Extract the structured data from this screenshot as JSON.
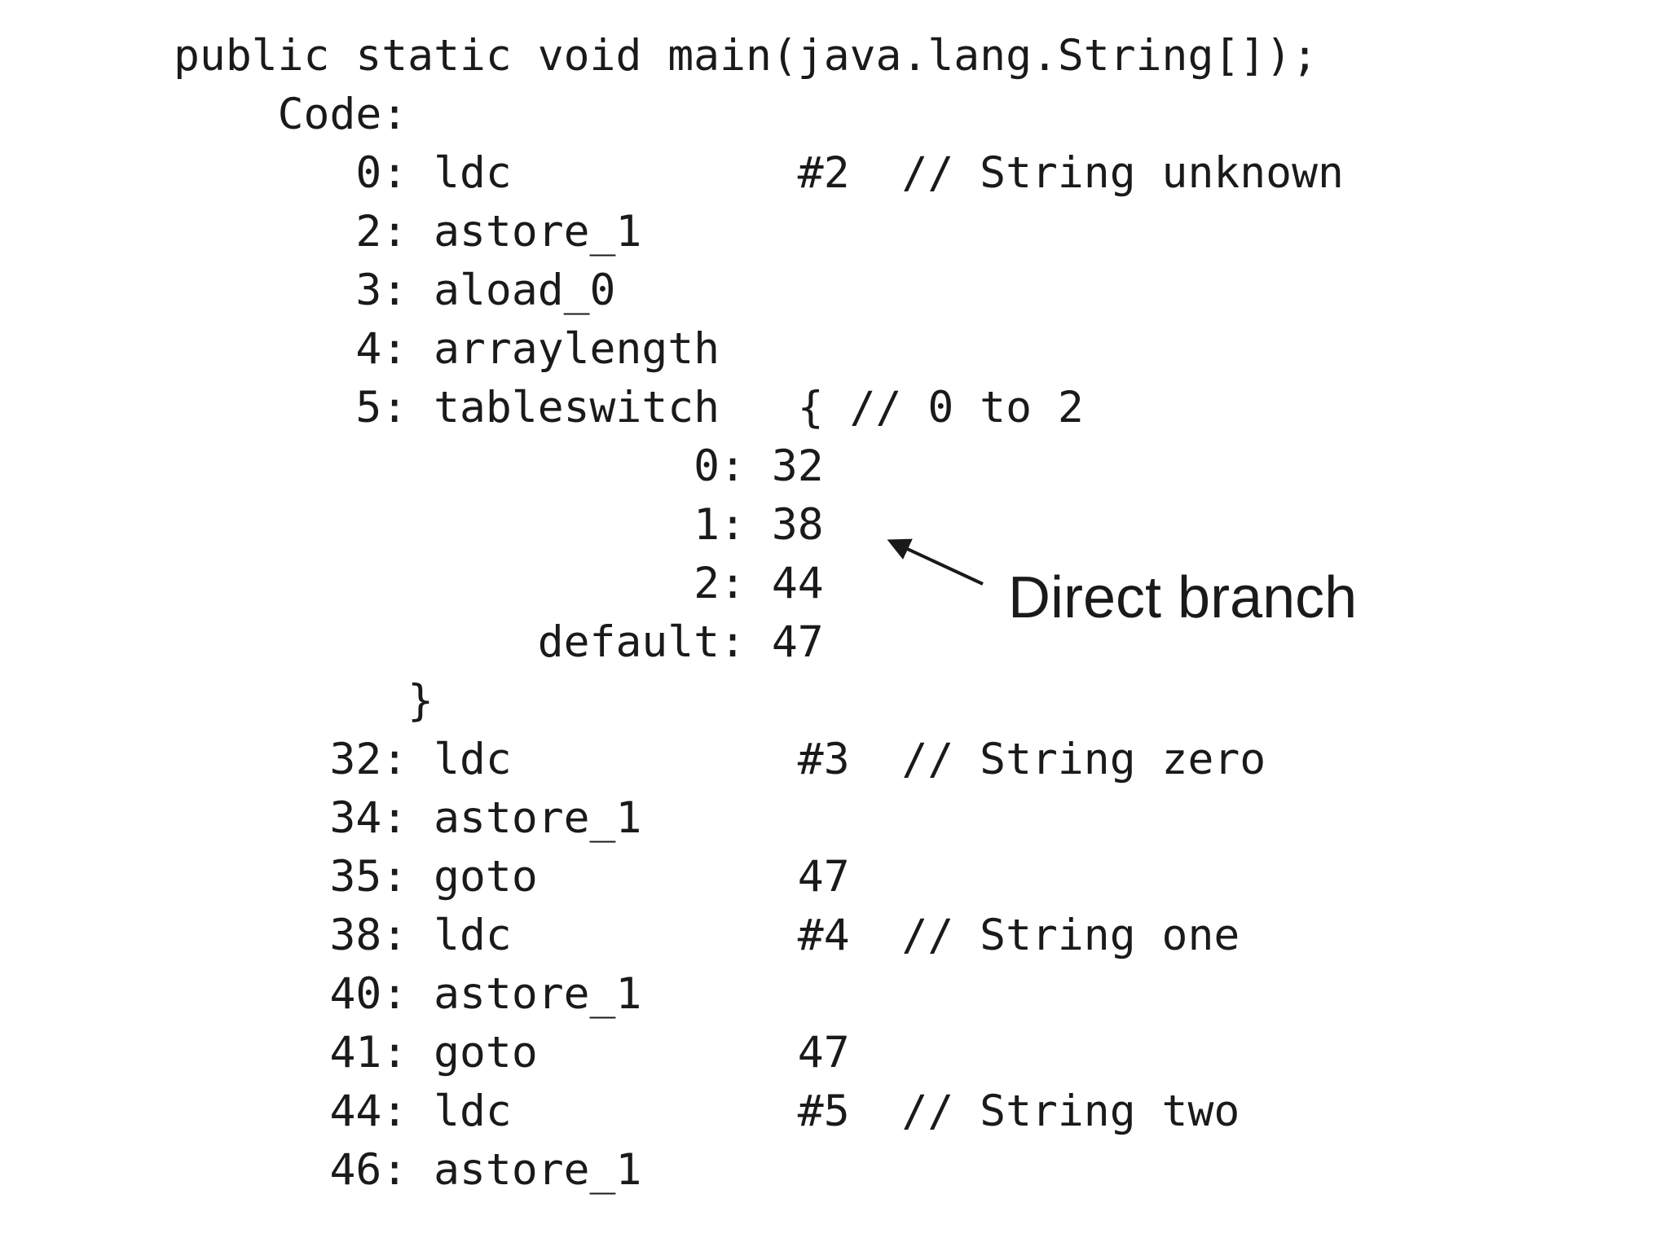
{
  "slide": {
    "background_color": "#ffffff",
    "text_color": "#1a1a1a",
    "code_lines": [
      "public static void main(java.lang.String[]);",
      "    Code:",
      "       0: ldc           #2  // String unknown",
      "       2: astore_1",
      "       3: aload_0",
      "       4: arraylength",
      "       5: tableswitch   { // 0 to 2",
      "                    0: 32",
      "                    1: 38",
      "                    2: 44",
      "              default: 47",
      "         }",
      "      32: ldc           #3  // String zero",
      "      34: astore_1",
      "      35: goto          47",
      "      38: ldc           #4  // String one",
      "      40: astore_1",
      "      41: goto          47",
      "      44: ldc           #5  // String two",
      "      46: astore_1"
    ],
    "annotation": {
      "label": "Direct branch"
    }
  }
}
